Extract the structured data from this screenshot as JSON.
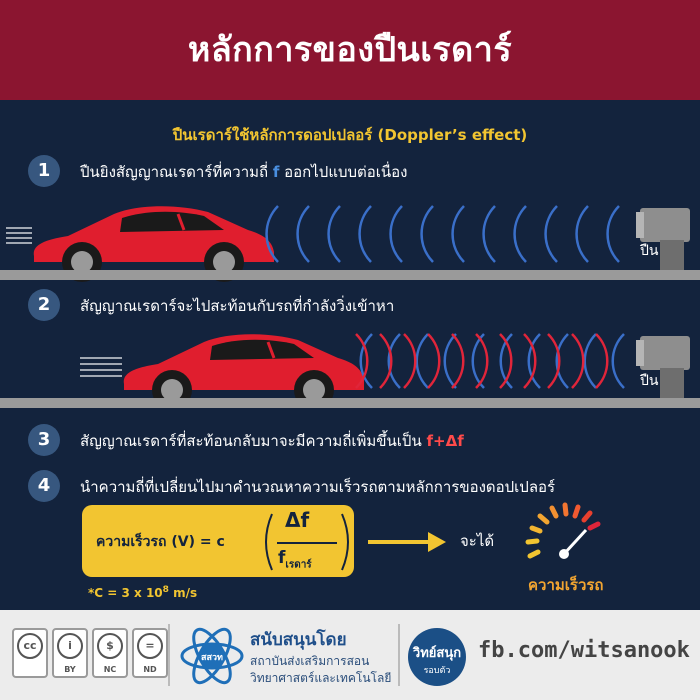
{
  "title": "หลักการของปืนเรดาร์",
  "subtitle": "ปืนเรดาร์ใช้หลักการดอปเปลอร์ (Doppler’s effect)",
  "steps": [
    {
      "number": "1",
      "text_before": "ปืนยิงสัญญาณเรดาร์ที่ความถี่ ",
      "highlight": "f",
      "text_after": " ออกไปแบบต่อเนื่อง"
    },
    {
      "number": "2",
      "text": "สัญญาณเรดาร์จะไปสะท้อนกับรถที่กำลังวิ่งเข้าหา"
    },
    {
      "number": "3",
      "text_before": "สัญญาณเรดาร์ที่สะท้อนกลับมาจะมีความถี่เพิ่มขึ้นเป็น ",
      "highlight": "f+Δf"
    },
    {
      "number": "4",
      "text": "นำความถี่ที่เปลี่ยนไปมาคำนวณหาความเร็วรถตามหลักการของดอปเปลอร์"
    }
  ],
  "gun_label": "ปืน",
  "formula": {
    "lhs": "ความเร็วรถ (V) = c",
    "numerator": "Δf",
    "denominator_base": "f",
    "denominator_sub": "เรดาร์"
  },
  "result_label": "จะได้",
  "speed_label": "ความเร็วรถ",
  "c_note": {
    "prefix": "*C = 3 x 10",
    "exp": "8",
    "suffix": " m/s"
  },
  "colors": {
    "title_band": "#8b1530",
    "background": "#13233d",
    "accent_yellow": "#f2c531",
    "wave_blue": "#3a6fc9",
    "wave_red": "#e0253a",
    "car_red": "#e01e2e"
  },
  "footer": {
    "cc_icons": [
      {
        "icon": "cc-icon",
        "symbol": "cc",
        "label": ""
      },
      {
        "icon": "by-icon",
        "symbol": "i",
        "label": "BY"
      },
      {
        "icon": "nc-icon",
        "symbol": "$",
        "label": "NC"
      },
      {
        "icon": "nd-icon",
        "symbol": "=",
        "label": "ND"
      }
    ],
    "ipst_logo_text": "สสวท",
    "sponsor_title": "สนับสนุนโดย",
    "sponsor_line1": "สถาบันส่งเสริมการสอน",
    "sponsor_line2": "วิทยาศาสตร์และเทคโนโลยี",
    "witsanook_l1": "วิทย์สนุก",
    "witsanook_l2": "รอบตัว",
    "fb": "fb.com/witsanook"
  }
}
